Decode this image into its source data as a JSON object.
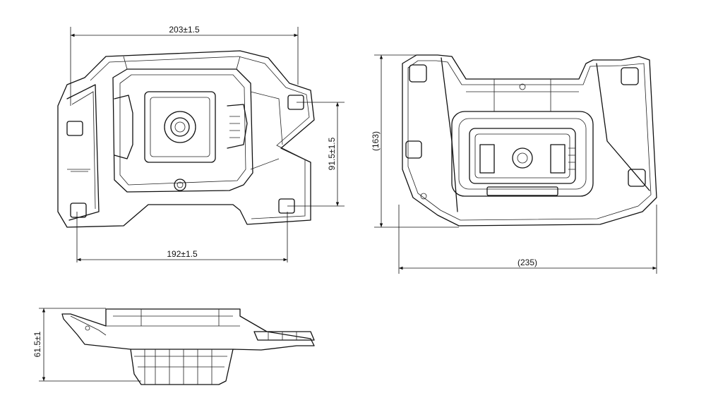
{
  "dimensions": {
    "top_view_width": "203±1.5",
    "top_view_hole_span": "192±1.5",
    "top_view_hole_pitch": "91.5±1.5",
    "right_view_height": "(163)",
    "right_view_width": "(235)",
    "side_view_height": "61.5±1"
  }
}
